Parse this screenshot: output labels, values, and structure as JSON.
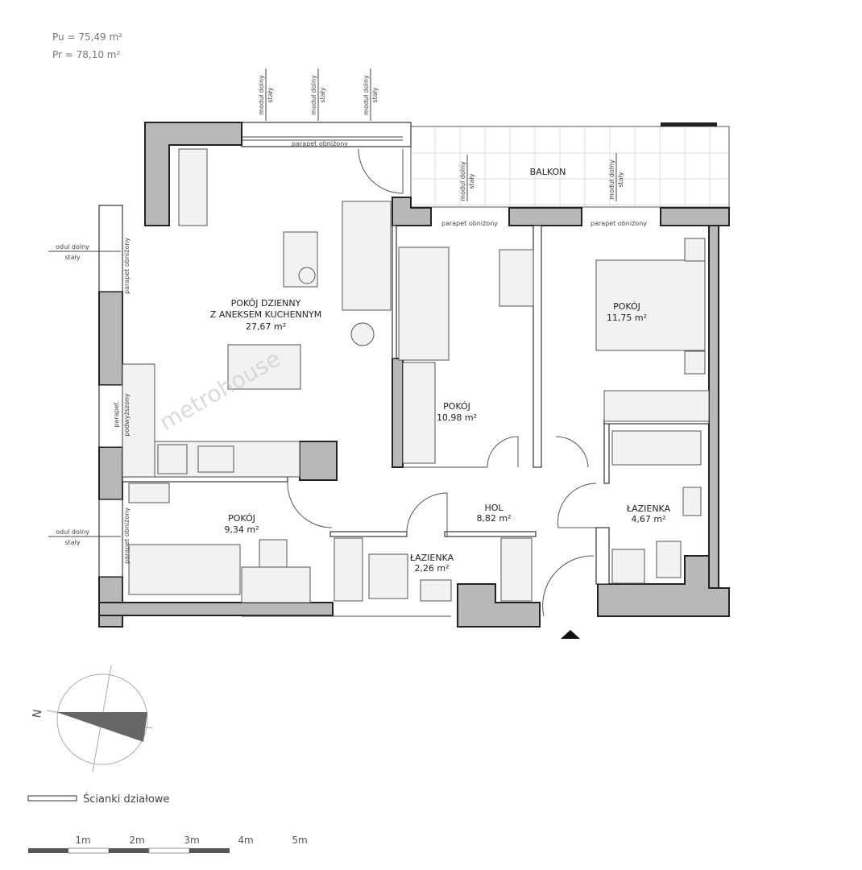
{
  "areas": {
    "pu": "Pu = 75,49 m²",
    "pr": "Pr = 78,10 m²"
  },
  "rooms": [
    {
      "name": "POKÓJ DZIENNY",
      "name2": "Z ANEKSEM KUCHENNYM",
      "area": "27,67 m²"
    },
    {
      "name": "POKÓJ",
      "area": "10,98 m²"
    },
    {
      "name": "POKÓJ",
      "area": "11,75 m²"
    },
    {
      "name": "HOL",
      "area": "8,82 m²"
    },
    {
      "name": "ŁAZIENKA",
      "area": "4,67 m²"
    },
    {
      "name": "ŁAZIENKA",
      "area": "2,26 m²"
    },
    {
      "name": "POKÓJ",
      "area": "9,34 m²"
    },
    {
      "name": "BALKON"
    }
  ],
  "annotations": {
    "modul_1": "moduł dolny",
    "modul_2": "stały",
    "odul_1": "odul dolny",
    "odul_2": "stały",
    "parapet_obnizony": "parapet obniżony",
    "parapet": "parapet",
    "podwyzszony": "podwyższony"
  },
  "watermark": "metrohouse",
  "compass": {
    "north_label": "N"
  },
  "legend": {
    "partition_walls": "Ścianki działowe"
  },
  "scale": {
    "ticks": [
      "1m",
      "2m",
      "3m",
      "4m",
      "5m"
    ]
  },
  "colors": {
    "wall": "#b8b8b8",
    "ink": "#222222",
    "compass_fill": "#666666"
  }
}
